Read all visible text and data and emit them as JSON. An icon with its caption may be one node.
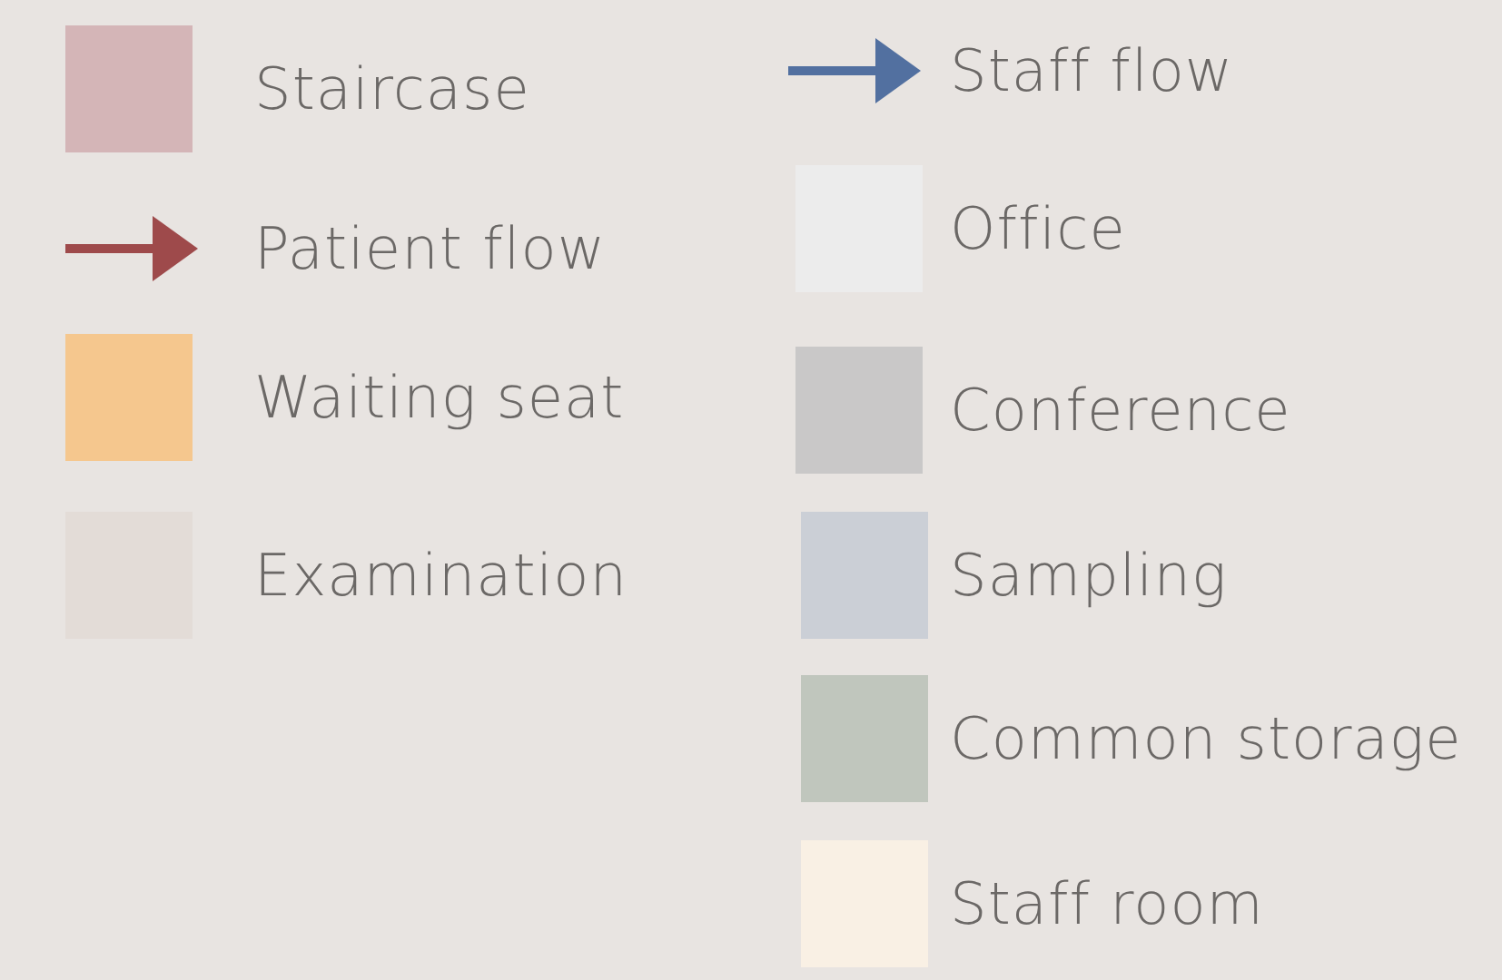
{
  "diagram": {
    "legend": [
      {
        "text": "Staircase",
        "color": "#d4b5b7"
      },
      {
        "text": "Patient flow"
      },
      {
        "text": "Waiting seat",
        "color": "#f5c78e"
      },
      {
        "text": "Examination",
        "color": "#e3dcd7"
      },
      {
        "text": "Staff flow"
      },
      {
        "text": "Office",
        "color": "#ececec"
      },
      {
        "text": "Conference",
        "color": "#c9c8c8"
      },
      {
        "text": "Sampling",
        "color": "#cbcfd6"
      },
      {
        "text": "Common storage",
        "color": "#c0c6bd"
      },
      {
        "text": "Staff room",
        "color": "#f9f0e4"
      }
    ]
  }
}
